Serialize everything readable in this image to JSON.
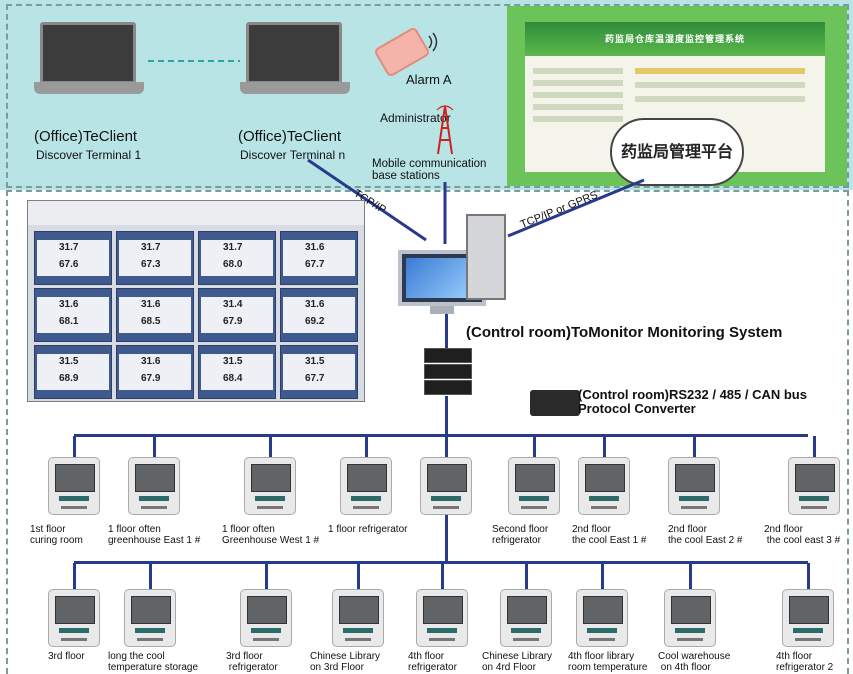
{
  "terminals": [
    {
      "title": "(Office)TeClient",
      "subtitle": "Discover Terminal 1"
    },
    {
      "title": "(Office)TeClient",
      "subtitle": "Discover Terminal n"
    }
  ],
  "alarm_label": "Alarm A",
  "administrator_label": "Administrator",
  "base_station_label": "Mobile communication\nbase stations",
  "web_platform_label": "药监局管理平台",
  "web_header_text": "药监局仓库温湿度监控管理系统",
  "connections": {
    "tcp_ip": "TCP/IP",
    "tcp_gprs": "TCP/IP or GPRS"
  },
  "monitoring_system_label": "(Control room)ToMonitor Monitoring System",
  "converter_label": "(Control room)RS232 / 485 / CAN bus\nProtocol Converter",
  "screenshot_tiles": [
    {
      "temp": "31.7",
      "hum": "67.6"
    },
    {
      "temp": "31.7",
      "hum": "67.3"
    },
    {
      "temp": "31.7",
      "hum": "68.0"
    },
    {
      "temp": "31.6",
      "hum": "67.7"
    },
    {
      "temp": "31.6",
      "hum": "68.1"
    },
    {
      "temp": "31.6",
      "hum": "68.5"
    },
    {
      "temp": "31.4",
      "hum": "67.9"
    },
    {
      "temp": "31.6",
      "hum": "69.2"
    },
    {
      "temp": "31.5",
      "hum": "68.9"
    },
    {
      "temp": "31.6",
      "hum": "67.9"
    },
    {
      "temp": "31.5",
      "hum": "68.4"
    },
    {
      "temp": "31.5",
      "hum": "67.7"
    }
  ],
  "row1_devices": [
    "1st floor\ncuring room",
    "1 floor often\ngreenhouse East 1 #",
    "1 floor often\nGreenhouse West 1 #",
    "1 floor refrigerator",
    "",
    "Second floor\nrefrigerator",
    "2nd floor\nthe cool East 1 #",
    "2nd floor\nthe cool East 2 #",
    "2nd floor\n the cool east 3 #"
  ],
  "row2_devices": [
    "3rd floor",
    "long the cool\ntemperature storage",
    "3rd floor\n refrigerator",
    "Chinese Library\non 3rd Floor",
    "4th floor\nrefrigerator",
    "Chinese Library\non 4rd Floor",
    "4th floor library\nroom temperature",
    "Cool warehouse\n on 4th floor",
    "4th floor\nrefrigerator 2"
  ],
  "colors": {
    "bus": "#283a8c",
    "top_band": "#b9e4e6",
    "web_green": "#6cc35a"
  }
}
